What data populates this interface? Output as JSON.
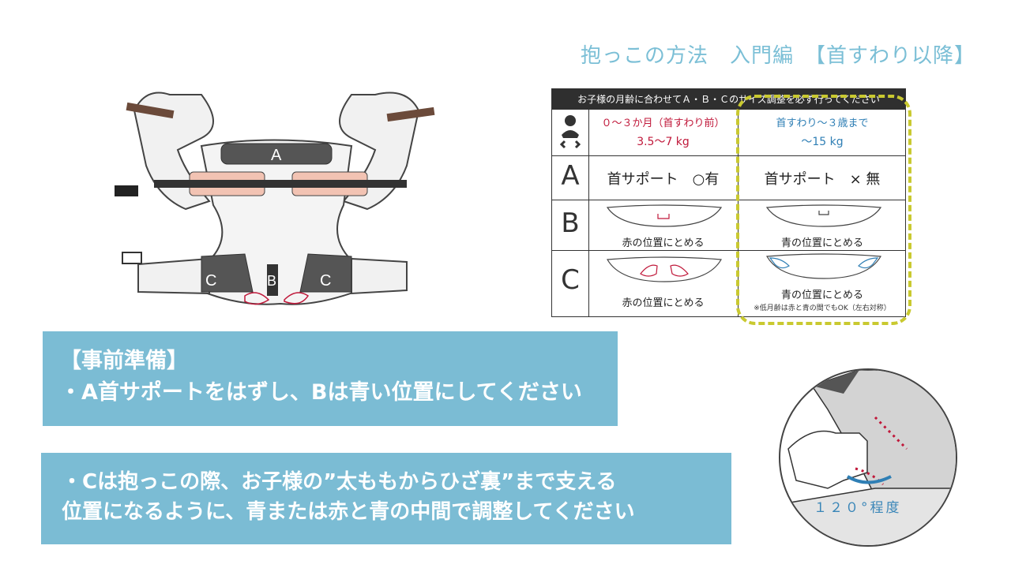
{
  "page": {
    "title": "抱っこの方法　入門編　【首すわり以降】"
  },
  "size_table": {
    "header": "お子様の月齢に合わせてＡ・Ｂ・Ｃのサイズ調整を必ず行ってください",
    "col_left": {
      "age": "０～３か月（首すわり前）",
      "weight": "3.5〜7 kg"
    },
    "col_right": {
      "age": "首すわり～３歳まで",
      "weight": "〜15 kg"
    },
    "rows": [
      {
        "letter": "A",
        "left": "首サポート　○有",
        "right": "首サポート　× 無"
      },
      {
        "letter": "B",
        "left": "赤の位置にとめる",
        "right": "青の位置にとめる"
      },
      {
        "letter": "C",
        "left": "赤の位置にとめる",
        "right": "青の位置にとめる"
      }
    ],
    "note": "※低月齢は赤と青の間でもOK（左右対称）"
  },
  "carrier_labels": {
    "a": "A",
    "b": "B",
    "c_left": "C",
    "c_right": "C"
  },
  "notice_1": {
    "line1": "【事前準備】",
    "line2": "・A首サポートをはずし、Bは青い位置にしてください"
  },
  "notice_2": {
    "line1": "・Cは抱っこの際、お子様の”太ももからひざ裏”まで支える",
    "line2": "位置になるように、青または赤と青の中間で調整してください"
  },
  "inset": {
    "angle_label": "１２０°程度"
  },
  "colors": {
    "accent_blue": "#7bbcd4",
    "red_marker": "#c0183a",
    "dashed_yellow": "#c9c930"
  }
}
